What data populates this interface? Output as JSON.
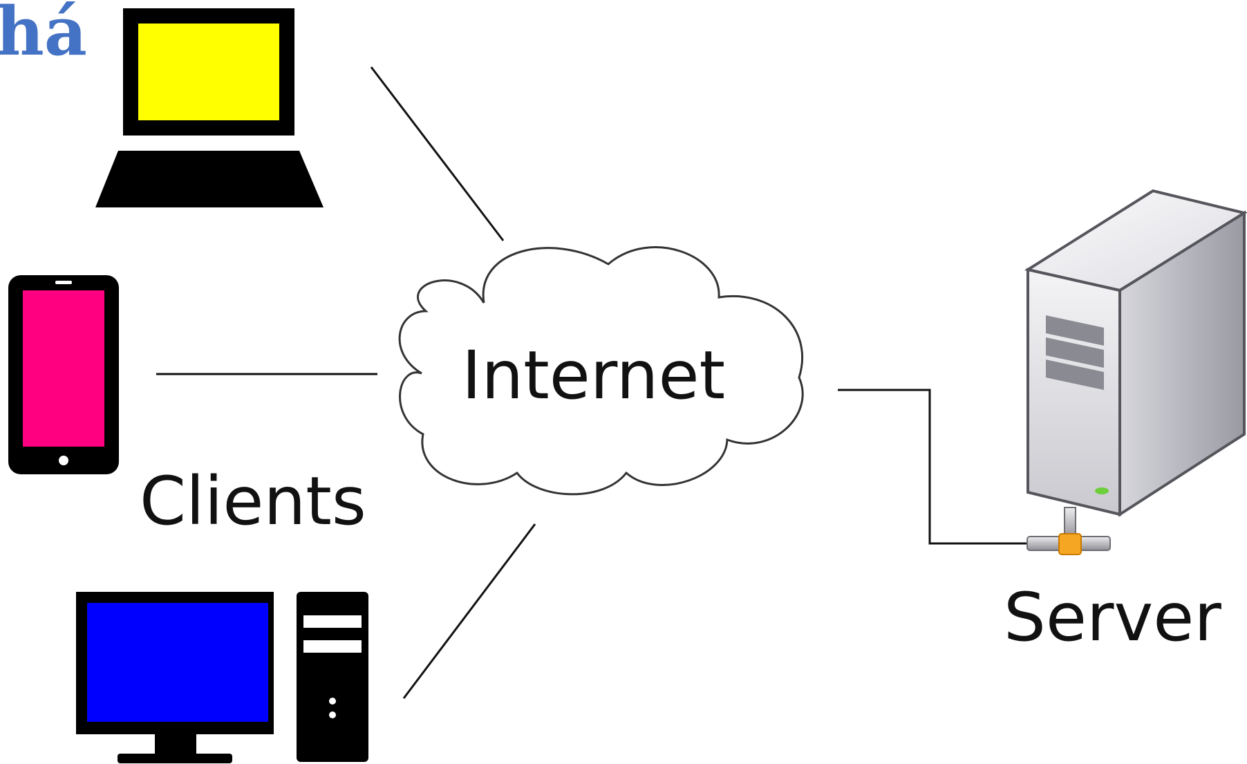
{
  "header": {
    "partial_title": "há"
  },
  "labels": {
    "network": "Internet",
    "clients": "Clients",
    "server": "Server"
  },
  "devices": {
    "laptop": {
      "icon": "laptop-icon",
      "screen_color": "#ffff00"
    },
    "phone": {
      "icon": "smartphone-icon",
      "screen_color": "#ff0080"
    },
    "desktop": {
      "icon": "desktop-computer-icon",
      "screen_color": "#0000ff"
    },
    "server": {
      "icon": "server-tower-icon"
    }
  },
  "colors": {
    "title": "#4472c4",
    "device": "#000000",
    "connector": "#111111",
    "server_port": "#f5a623",
    "server_led": "#6ccf3a"
  }
}
